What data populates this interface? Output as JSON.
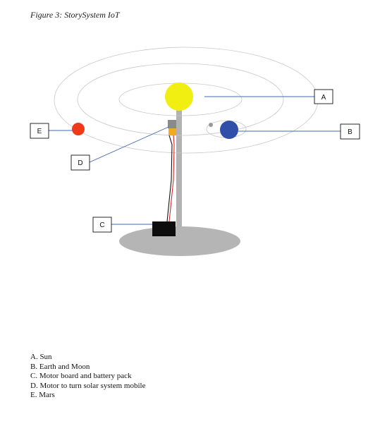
{
  "caption": "Figure 3: StorySystem IoT",
  "diagram": {
    "callouts": {
      "a": "A",
      "b": "B",
      "c": "C",
      "d": "D",
      "e": "E"
    },
    "colors": {
      "sun": "#f1ee12",
      "earth": "#2f4fa8",
      "moon": "#999999",
      "mars": "#ef3a1a",
      "pole": "#b2b2b2",
      "base": "#b5b5b5",
      "motor_board": "#0d0d0d",
      "motor": "#f1ab1c",
      "motor_bracket": "#8a8a8a",
      "leader_line": "#3f68b0",
      "orbit": "#c8c8c8"
    }
  },
  "legend": [
    "A. Sun",
    "B. Earth and Moon",
    "C. Motor board and battery pack",
    "D. Motor to turn solar system mobile",
    "E. Mars"
  ]
}
